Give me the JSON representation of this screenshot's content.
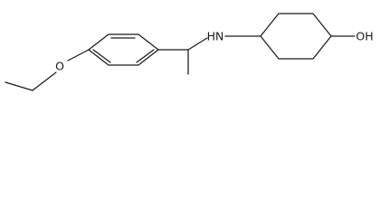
{
  "molecule": {
    "atoms": {
      "oxygen_ether": "O",
      "amine": "HN",
      "hydroxyl": "OH"
    }
  }
}
